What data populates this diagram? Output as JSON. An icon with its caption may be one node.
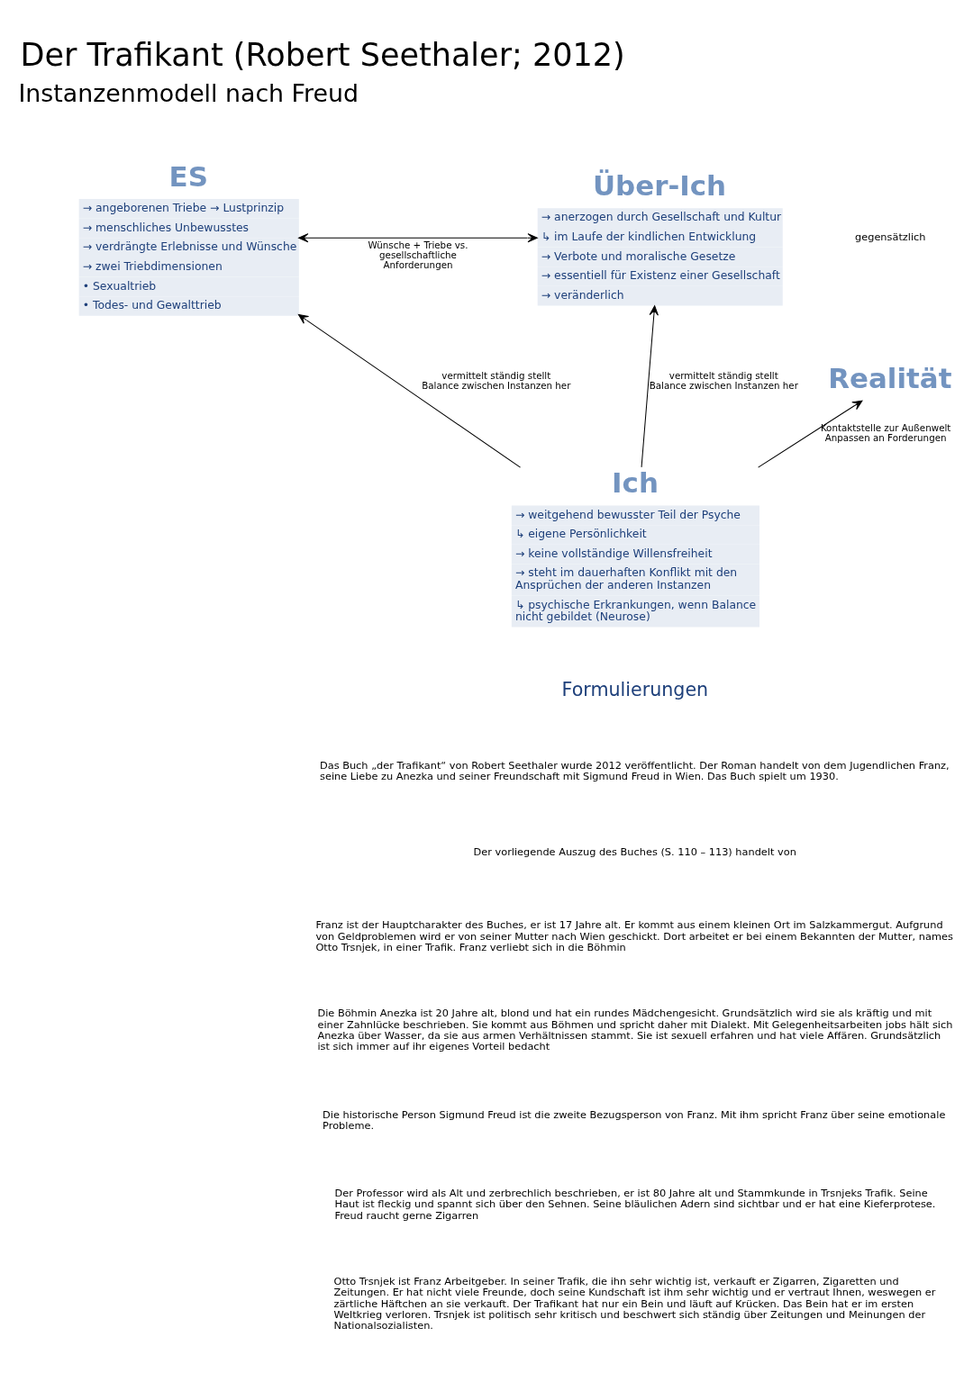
{
  "diagram": {
    "title": "Der Trafikant (Robert Seethaler; 2012)",
    "nodes": [
      {
        "text": [
          "ES",
          "→ angeborenen Triebe → Lustprinzip",
          "→ menschliches Unbewusstes",
          "→ verdrängte Erlebnisse und Wünsche",
          "→ zwei Triebdimensionen",
          "• Sexualtrieb",
          "• Todes- und Gewalttrieb"
        ]
      },
      {
        "text": [
          "Über-Ich",
          "→ anerzogen durch Gesellschaft und Kultur",
          "↳ im Laufe der kindlichen Entwicklung",
          "→ Verbote und moralische Gesetze",
          "→ essentiell für Existenz einer Gesellschaft",
          "→ veränderlich"
        ]
      },
      {
        "text": [
          "Realität"
        ]
      },
      {
        "text": [
          "Ich",
          "→ weitgehend bewusster Teil der Psyche",
          "↳ eigene Persönlichkeit",
          "→ keine vollständige Willensfreiheit",
          "→ steht im dauerhaften Konflikt mit den Ansprüchen der anderen Instanzen",
          "↳ psychische Erkrankungen, wenn Balance nicht gebildet (Neurose)"
        ]
      }
    ],
    "edges": [
      {
        "from": 0,
        "to": 1,
        "arrow": "both",
        "label": "Wünsche + Triebe vs. gesellschaftliche Anforderungen"
      },
      {
        "from": 3,
        "to": 0,
        "arrow": "to",
        "label": "vermittelt ständig stellt Balance zwischen Instanzen her"
      },
      {
        "from": 3,
        "to": 2,
        "arrow": "to",
        "label": "Kontaktstelle zur Außenwelt Anpassen an Forderungen"
      },
      {
        "from": 3,
        "to": 1,
        "arrow": "to",
        "label": "vermittelt ständig stellt Balance zwischen Instanzen her"
      }
    ],
    "labels": [
      "Instanzenmodell nach Freud",
      "gegensätzlich",
      "Formulierungen",
      "Das Buch „der Trafikant“ von Robert Seethaler wurde 2012 veröffentlicht. Der Roman handelt von dem Jugendlichen Franz, seine Liebe zu Anezka und seiner Freundschaft mit Sigmund Freud in Wien. Das Buch spielt um 1930.",
      "Der vorliegende Auszug des Buches (S. 110 – 113) handelt von",
      "Franz ist der Hauptcharakter des Buches, er ist 17 Jahre alt. Er kommt aus einem kleinen Ort im Salzkammergut. Aufgrund von Geldproblemen wird er von seiner Mutter nach Wien geschickt. Dort arbeitet er bei einem Bekannten der Mutter, names Otto Trsnjek, in einer Trafik. Franz verliebt sich in die Böhmin",
      "Die Böhmin Anezka ist 20 Jahre alt, blond und hat ein rundes Mädchengesicht. Grundsätzlich wird sie als kräftig und mit einer Zahnlücke beschrieben. Sie kommt aus Böhmen und spricht daher mit Dialekt. Mit Gelegenheitsarbeiten jobs hält sich Anezka über Wasser, da sie aus armen Verhältnissen stammt. Sie ist sexuell erfahren und hat viele Affären. Grundsätzlich ist sich immer auf ihr eigenes Vorteil bedacht",
      "Die historische Person Sigmund Freud ist die zweite Bezugsperson von Franz. Mit ihm spricht Franz über seine emotionale Probleme.",
      "Der Professor wird als Alt und zerbrechlich beschrieben, er ist 80 Jahre alt und Stammkunde in Trsnjeks Trafik. Seine Haut ist fleckig und spannt sich über den Sehnen. Seine bläulichen Adern sind sichtbar und er hat eine Kieferprotese. Freud raucht gerne Zigarren",
      "Otto Trsnjek ist Franz Arbeitgeber. In seiner Trafik, die ihn sehr wichtig ist, verkauft er Zigarren, Zigaretten und Zeitungen. Er hat nicht viele Freunde, doch seine Kundschaft ist ihm sehr wichtig und er vertraut Ihnen, weswegen er zärtliche Häftchen an sie verkauft. Der Trafikant hat nur ein Bein und läuft auf Krücken. Das Bein hat er im ersten Weltkrieg verloren. Trsnjek ist politisch sehr kritisch und beschwert sich ständig über Zeitungen und Meinungen der Nationalsozialisten."
    ]
  }
}
